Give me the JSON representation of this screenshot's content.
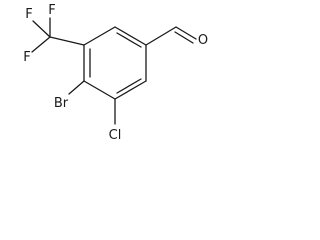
{
  "molecule": {
    "atom_labels": {
      "fluorine_1": "F",
      "fluorine_2": "F",
      "fluorine_3": "F",
      "oxygen": "O",
      "bromine": "Br",
      "chlorine": "Cl"
    }
  },
  "colors": {
    "ink": "#1a1a1a",
    "background": "#ffffff"
  }
}
